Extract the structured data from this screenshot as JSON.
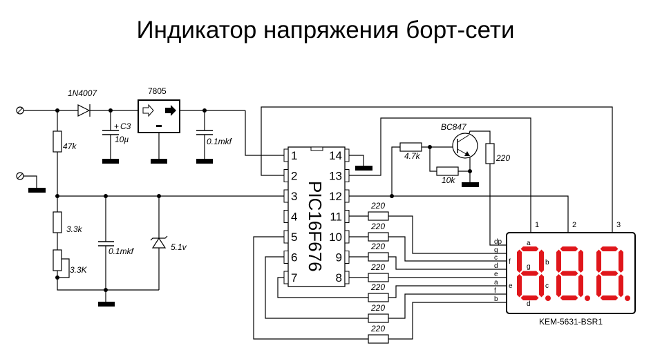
{
  "title": "Индикатор напряжения борт-сети",
  "components": {
    "diode": "1N4007",
    "regulator": "7805",
    "c3_name": "C3",
    "c3_plus": "+",
    "c3_value": "10µ",
    "c_out": "0.1mkf",
    "r_top": "47k",
    "r_mid": "3.3k",
    "pot": "3.3K",
    "c_filter": "0.1mkf",
    "zener": "5.1v",
    "transistor": "BC847",
    "r_base": "4.7k",
    "r_be": "10k",
    "r_collector": "220",
    "segment_resistors": [
      "220",
      "220",
      "220",
      "220",
      "220",
      "220",
      "220"
    ]
  },
  "mcu": {
    "name": "PIC16F676",
    "left_pins": [
      "1",
      "2",
      "3",
      "4",
      "5",
      "6",
      "7"
    ],
    "right_pins": [
      "14",
      "13",
      "12",
      "11",
      "10",
      "9",
      "8"
    ]
  },
  "display": {
    "part": "KEM-5631-BSR1",
    "leads": [
      "dp",
      "g",
      "c",
      "d",
      "e",
      "a",
      "f",
      "b"
    ],
    "digit_leads": [
      "1",
      "2",
      "3"
    ],
    "segment_labels": {
      "a": "a",
      "b": "b",
      "c": "c",
      "d": "d",
      "e": "e",
      "f": "f",
      "g": "g"
    },
    "segment_color": "#e0161b"
  }
}
